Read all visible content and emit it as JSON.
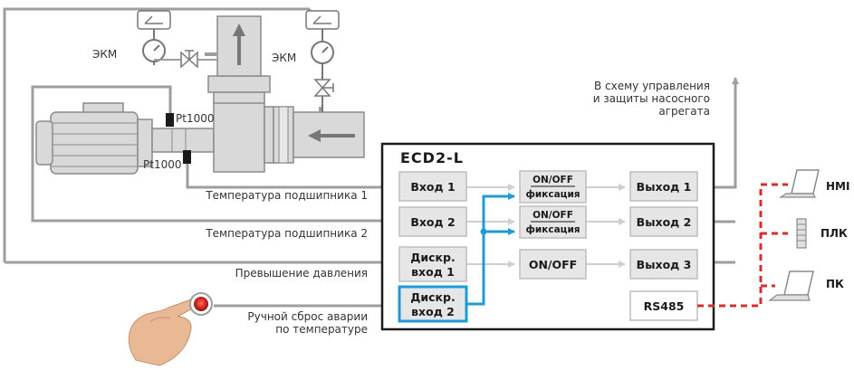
{
  "controller": {
    "title": "ECD2-L"
  },
  "blocks": {
    "in1": "Вход 1",
    "in2": "Вход 2",
    "din1_a": "Дискр.",
    "din1_b": "вход 1",
    "din2_a": "Дискр.",
    "din2_b": "вход 2",
    "onoff_fix_top": "ON/OFF",
    "onoff_fix_bottom": "фиксация",
    "onoff": "ON/OFF",
    "out1": "Выход 1",
    "out2": "Выход 2",
    "out3": "Выход 3",
    "rs485": "RS485"
  },
  "labels": {
    "ekm_left": "ЭКМ",
    "ekm_right": "ЭКМ",
    "pt_top": "Pt1000",
    "pt_bottom": "Pt1000",
    "bearing_temp_1": "Температура подшипника 1",
    "bearing_temp_2": "Температура подшипника 2",
    "overpressure": "Превышение давления",
    "manual_reset_1": "Ручной сброс аварии",
    "manual_reset_2": "по температуре",
    "to_scheme_1": "В схему управления",
    "to_scheme_2": "и защиты насосного",
    "to_scheme_3": "агрегата"
  },
  "devices": {
    "hmi": "HMI",
    "plc": "ПЛК",
    "pc": "ПК"
  },
  "colors": {
    "line": "#9e9e9e",
    "block_fill": "#e6e6e6",
    "highlight": "#1e9bd7",
    "network": "#d32f2f",
    "equipment": "#d9d9d9"
  }
}
